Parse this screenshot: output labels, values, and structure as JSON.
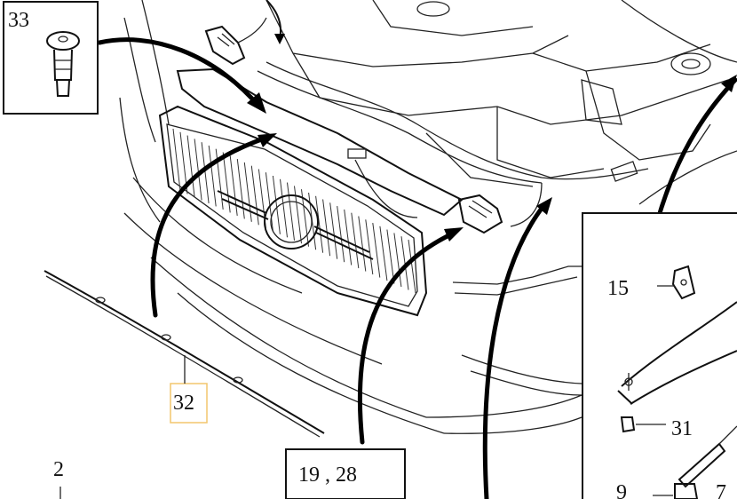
{
  "callouts": {
    "c33": "33",
    "c32": "32",
    "c2": "2",
    "c19_28": "19 , 28",
    "c15": "15",
    "c31": "31",
    "c9": "9",
    "c7": "7"
  },
  "colors": {
    "line": "#111111",
    "highlight": "#f2c66d",
    "background": "#ffffff"
  }
}
